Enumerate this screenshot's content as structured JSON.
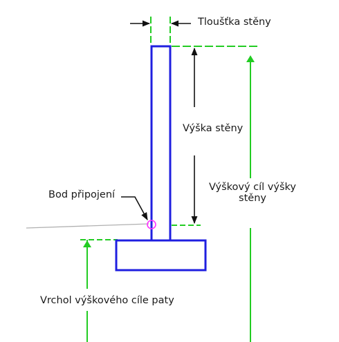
{
  "labels": {
    "wall_thickness": "Tloušťka stěny",
    "wall_height": "Výška stěny",
    "wall_height_target_line1": "Výškový cíl výšky",
    "wall_height_target_line2": "stěny",
    "attachment_point": "Bod připojení",
    "footing_top_target": "Vrchol výškového cíle paty"
  },
  "colors": {
    "wall": "#1f1fe0",
    "guide": "#22cc22",
    "dimension": "#111111",
    "reference_line": "#b0b0b0",
    "attachment_marker": "#ff33ff"
  }
}
